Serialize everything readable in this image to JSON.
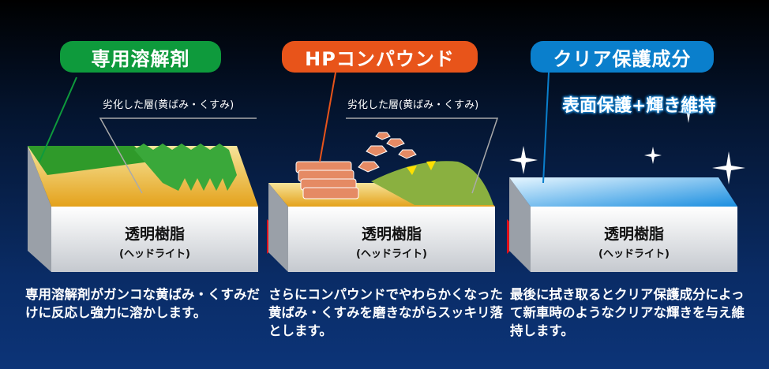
{
  "panels": [
    {
      "title": "専用溶解剤",
      "color": "#0e9a3c",
      "layer_label": "劣化した層(黄ばみ・くすみ)",
      "box_title": "透明樹脂",
      "box_sub": "(ヘッドライト)",
      "desc": "専用溶解剤がガンコな黄ばみ・くすみだけに反応し強力に溶かします。"
    },
    {
      "title": "HPコンパウンド",
      "color": "#e8541a",
      "layer_label": "劣化した層(黄ばみ・くすみ)",
      "box_title": "透明樹脂",
      "box_sub": "(ヘッドライト)",
      "desc": "さらにコンパウンドでやわらかくなった黄ばみ・くすみを磨きながらスッキリ落とします。"
    },
    {
      "title": "クリア保護成分",
      "color": "#0a7fcc",
      "subtitle": "表面保護+輝き維持",
      "box_title": "透明樹脂",
      "box_sub": "(ヘッドライト)",
      "desc": "最後に拭き取るとクリア保護成分によって新車時のようなクリアな輝きを与え維持します。"
    }
  ],
  "arrow_color": "#e0101a"
}
